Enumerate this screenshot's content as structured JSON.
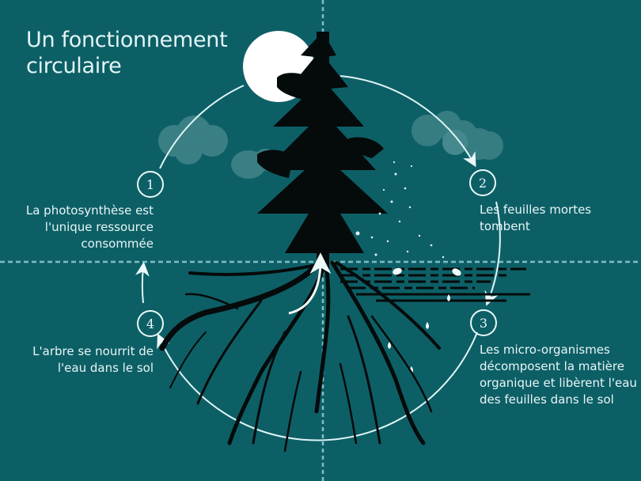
{
  "title": {
    "line1": "Un fonctionnement",
    "line2": "circulaire"
  },
  "colors": {
    "background": "#0d5f66",
    "text": "#e8f6f6",
    "cycle_line": "#dff5f5",
    "guide_dash": "#7fbfc4",
    "cloud": "#3e8388",
    "sun": "#ffffff",
    "tree": "#050a0a"
  },
  "steps": [
    {
      "number": "1",
      "lines": [
        "La photosynthèse est",
        "l'unique ressource",
        "consommée"
      ]
    },
    {
      "number": "2",
      "lines": [
        "Les feuilles mortes",
        "tombent"
      ]
    },
    {
      "number": "3",
      "lines": [
        "Les micro-organismes",
        "décomposent la matière",
        "organique et libèrent l'eau",
        "des feuilles dans le sol"
      ]
    },
    {
      "number": "4",
      "lines": [
        "L'arbre se nourrit de",
        "l'eau dans le sol"
      ]
    }
  ],
  "illustration": {
    "icons": [
      "sun-icon",
      "cloud-icon",
      "tree-icon",
      "roots-icon",
      "leaf-icon",
      "water-drop-icon",
      "arrow-icon"
    ]
  }
}
